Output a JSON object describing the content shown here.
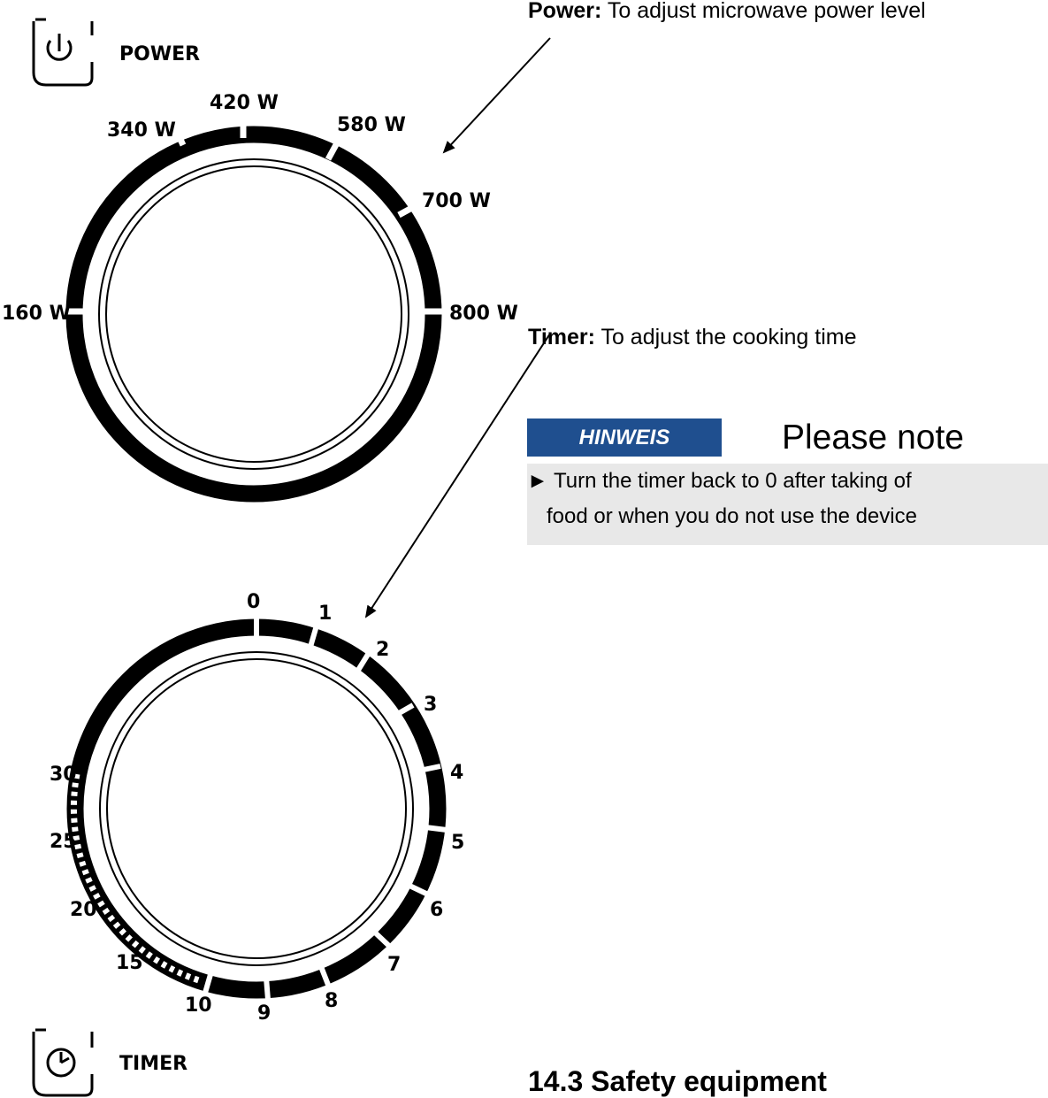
{
  "power_dial": {
    "title": "POWER",
    "icon": "power-icon",
    "labels": [
      "160 W",
      "340 W",
      "420 W",
      "580 W",
      "700 W",
      "800 W"
    ]
  },
  "timer_dial": {
    "title": "TIMER",
    "icon": "clock-icon",
    "labels": [
      "0",
      "1",
      "2",
      "3",
      "4",
      "5",
      "6",
      "7",
      "8",
      "9",
      "10",
      "15",
      "20",
      "25",
      "30"
    ]
  },
  "power_callout": {
    "bold": "Power:",
    "text": " To adjust microwave power level"
  },
  "timer_callout": {
    "bold": "Timer:",
    "text": " To adjust the cooking time"
  },
  "note": {
    "badge": "HINWEIS",
    "title": "Please note",
    "bullet": "►",
    "line1": "Turn the timer back to 0 after taking of",
    "line2": "food or when you do not use the device",
    "badge_color": "#1f4f8f",
    "box_color": "#e8e8e8"
  },
  "section_heading": "14.3  Safety equipment"
}
